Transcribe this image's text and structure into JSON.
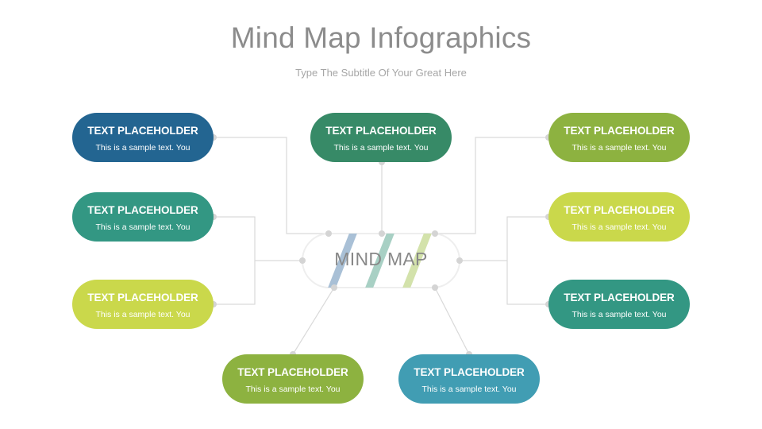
{
  "header": {
    "title": "Mind Map Infographics",
    "subtitle": "Type The Subtitle Of Your Great Here"
  },
  "center": {
    "label": "MIND MAP",
    "stripe_colors": [
      "#a9c0d6",
      "#a8d0c4",
      "#d3e2ab"
    ],
    "outline_color": "#eeeeee"
  },
  "connector_color": "#d9d9d9",
  "dot_color": "#d4d4d4",
  "nodes": [
    {
      "id": "left-top",
      "title": "TEXT PLACEHOLDER",
      "text": "This is a sample text. You",
      "color": "#236591"
    },
    {
      "id": "left-middle",
      "title": "TEXT PLACEHOLDER",
      "text": "This is a sample text. You",
      "color": "#339783"
    },
    {
      "id": "left-bottom",
      "title": "TEXT PLACEHOLDER",
      "text": "This is a sample text. You",
      "color": "#cad84b"
    },
    {
      "id": "top-center",
      "title": "TEXT PLACEHOLDER",
      "text": "This is a sample text. You",
      "color": "#378a67"
    },
    {
      "id": "right-top",
      "title": "TEXT PLACEHOLDER",
      "text": "This is a sample text. You",
      "color": "#8db240"
    },
    {
      "id": "right-middle",
      "title": "TEXT PLACEHOLDER",
      "text": "This is a sample text. You",
      "color": "#cad84b"
    },
    {
      "id": "right-bottom",
      "title": "TEXT PLACEHOLDER",
      "text": "This is a sample text. You",
      "color": "#339783"
    },
    {
      "id": "bottom-left",
      "title": "TEXT PLACEHOLDER",
      "text": "This is a sample text. You",
      "color": "#8db240"
    },
    {
      "id": "bottom-right",
      "title": "TEXT PLACEHOLDER",
      "text": "This is a sample text. You",
      "color": "#419db3"
    }
  ]
}
